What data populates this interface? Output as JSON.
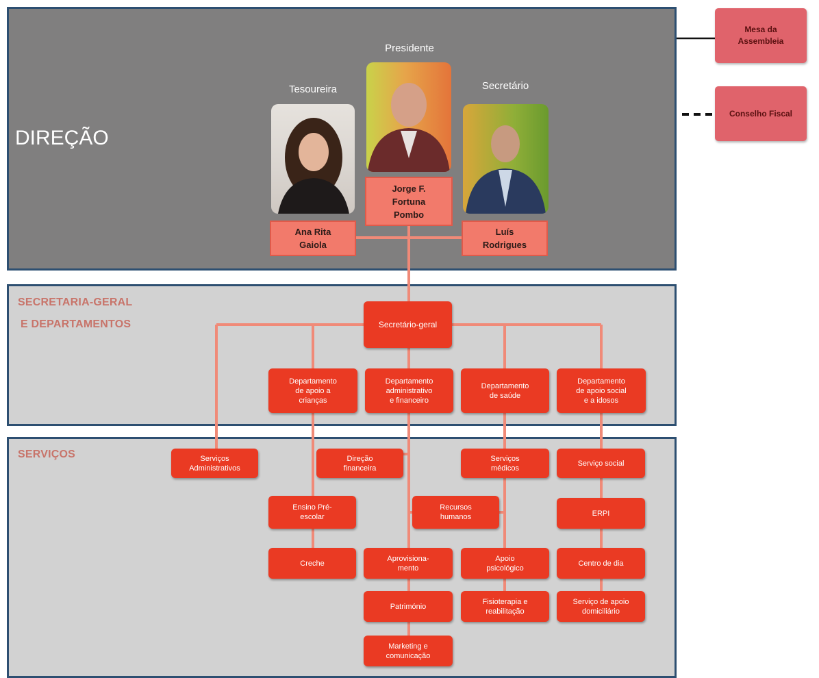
{
  "direcao": {
    "label": "DIREÇÃO",
    "president": {
      "role": "Presidente",
      "name": "Jorge F.\nFortuna\nPombo"
    },
    "treasurer": {
      "role": "Tesoureira",
      "name": "Ana Rita\nGaiola"
    },
    "secretary": {
      "role": "Secretário",
      "name": "Luís\nRodrigues"
    }
  },
  "side": {
    "mesa": "Mesa da\nAssembleia",
    "conselho": "Conselho Fiscal"
  },
  "secretaria": {
    "label_line1": "SECRETARIA-GERAL",
    "label_line2": "E DEPARTAMENTOS",
    "secretario_geral": "Secretário-geral",
    "departments": {
      "criancas": "Departamento\nde apoio a\ncrianças",
      "administrativo": "Departamento\nadministrativo\ne financeiro",
      "saude": "Departamento\nde saúde",
      "social": "Departamento\nde apoio social\ne a idosos"
    }
  },
  "servicos": {
    "label": "SERVIÇOS",
    "administrativos": "Serviços\nAdministrativos",
    "direcao_financeira": "Direção\nfinanceira",
    "ensino": "Ensino Pré-\nescolar",
    "creche": "Creche",
    "recursos_humanos": "Recursos\nhumanos",
    "aprovisionamento": "Aprovisiona-\nmento",
    "patrimonio": "Património",
    "marketing": "Marketing e\ncomunicação",
    "medicos": "Serviços\nmédicos",
    "psicologico": "Apoio\npsicológico",
    "fisioterapia": "Fisioterapia e\nreabilitação",
    "servico_social": "Serviço social",
    "erpi": "ERPI",
    "centro_dia": "Centro de dia",
    "domiciliario": "Serviço de apoio\ndomiciliário"
  }
}
